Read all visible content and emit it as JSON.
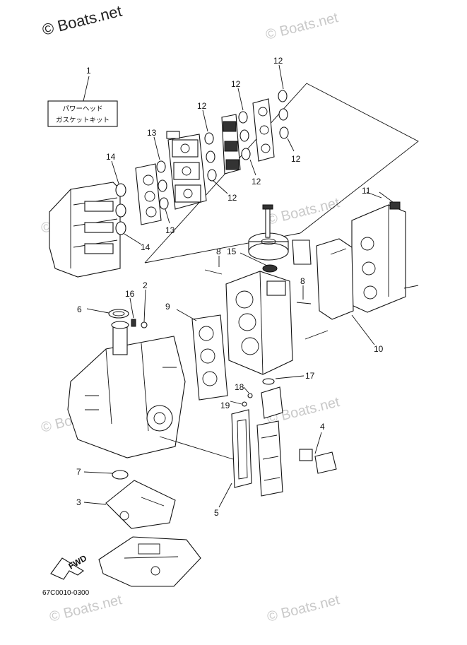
{
  "watermark": {
    "primary": "© Boats.net",
    "repeat": "© Boats.net"
  },
  "kit_box": {
    "line1": "パワーヘッド",
    "line2": "ガスケットキット"
  },
  "diagram_code": "67C0010-0300",
  "fwd_label": "FWD",
  "callouts": {
    "c1": "1",
    "c2": "2",
    "c3": "3",
    "c4": "4",
    "c5": "5",
    "c6": "6",
    "c7": "7",
    "c8a": "8",
    "c8b": "8",
    "c9": "9",
    "c10": "10",
    "c11": "11",
    "c12a": "12",
    "c12b": "12",
    "c12c": "12",
    "c12d": "12",
    "c12e": "12",
    "c12f": "12",
    "c13a": "13",
    "c13b": "13",
    "c14a": "14",
    "c14b": "14",
    "c15": "15",
    "c16": "16",
    "c17": "17",
    "c18": "18",
    "c19": "19"
  }
}
